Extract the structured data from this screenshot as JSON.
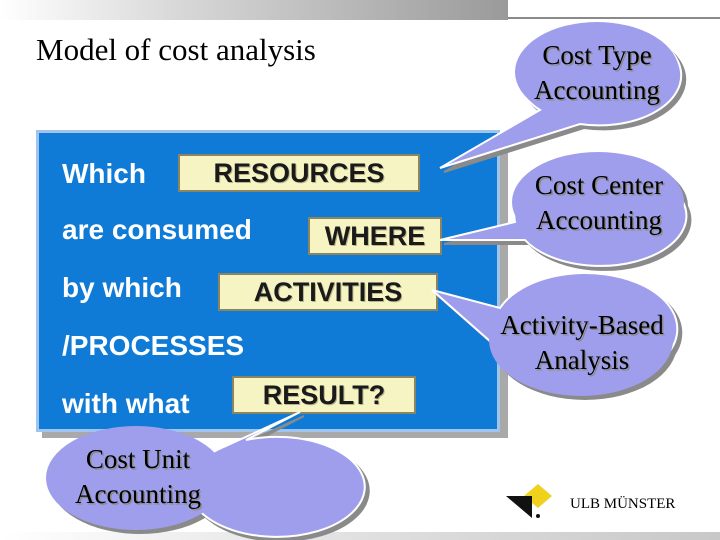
{
  "slide": {
    "title": "Model of cost analysis",
    "question_lines": {
      "line1_prefix": "Which",
      "line1_box": "RESOURCES",
      "line2_prefix": "are consumed",
      "line2_box": "WHERE",
      "line3_prefix": "by which",
      "line3_box": "ACTIVITIES",
      "line4_text": "/PROCESSES",
      "line5_prefix": "with what",
      "line5_box": "RESULT?"
    },
    "callouts": {
      "cost_type": {
        "line1": "Cost Type",
        "line2": "Accounting"
      },
      "cost_center": {
        "line1": "Cost Center",
        "line2": "Accounting"
      },
      "activity_based": {
        "line1": "Activity-Based",
        "line2": "Analysis"
      },
      "cost_unit": {
        "line1": "Cost Unit",
        "line2": "Accounting"
      }
    },
    "logo": {
      "text": "ULB MÜNSTER"
    },
    "colors": {
      "panel": "#0f7bd6",
      "box_fill": "#f7f4c4",
      "bubble_fill": "#9e9eed",
      "logo_yellow": "#f0d21e"
    }
  }
}
